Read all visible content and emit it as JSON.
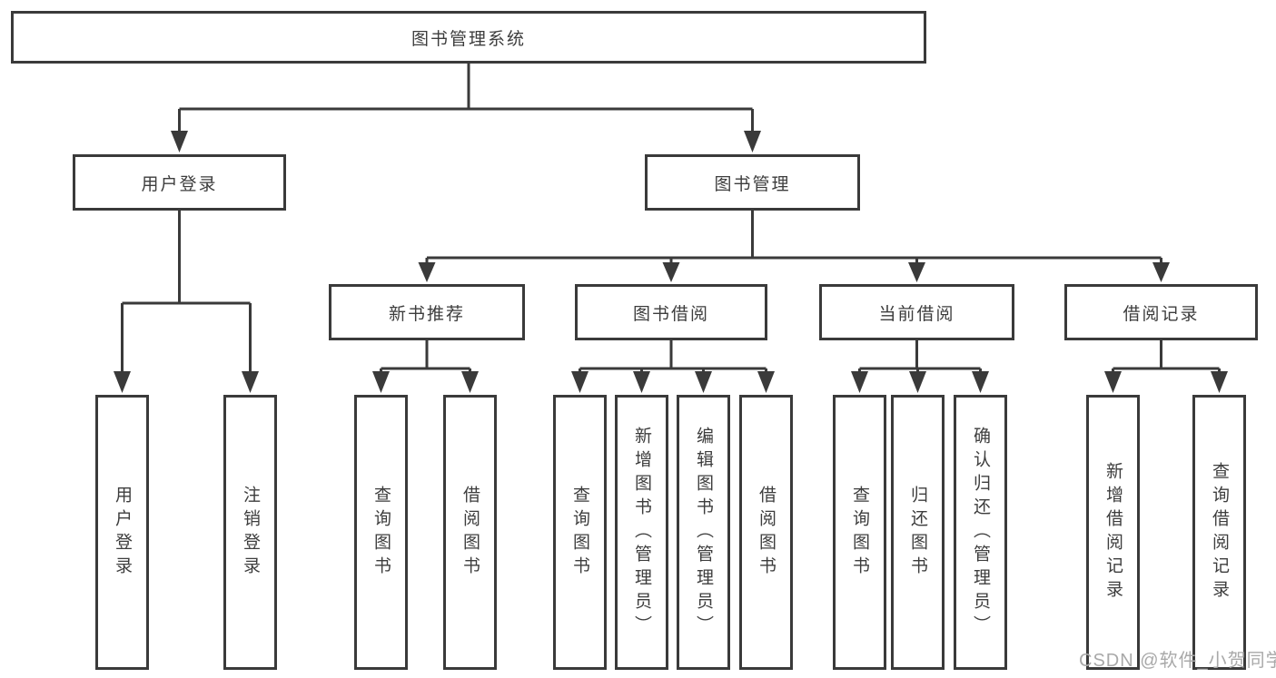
{
  "diagram": {
    "root": "图书管理系统",
    "user_login": {
      "label": "用户登录",
      "children": [
        "用户登录",
        "注销登录"
      ]
    },
    "book_management": {
      "label": "图书管理",
      "sections": [
        {
          "label": "新书推荐",
          "children": [
            "查询图书",
            "借阅图书"
          ]
        },
        {
          "label": "图书借阅",
          "children": [
            "查询图书",
            "新增图书（管理员）",
            "编辑图书（管理员）",
            "借阅图书"
          ]
        },
        {
          "label": "当前借阅",
          "children": [
            "查询图书",
            "归还图书",
            "确认归还（管理员）"
          ]
        },
        {
          "label": "借阅记录",
          "children": [
            "新增借阅记录",
            "查询借阅记录"
          ]
        }
      ]
    }
  },
  "watermark": "CSDN @软件_小贺同学",
  "colors": {
    "line": "#3a3a3a",
    "box_border": "#3a3a3a",
    "text": "#3d3d3d",
    "watermark": "#a9a9a9",
    "background": "#ffffff"
  }
}
